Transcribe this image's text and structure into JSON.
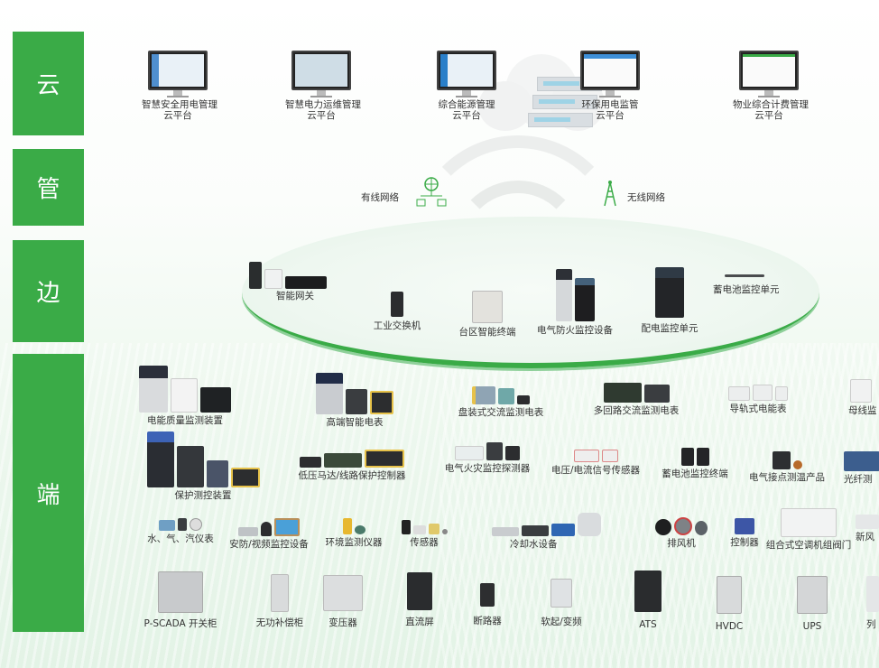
{
  "layers": {
    "cloud": "云",
    "pipe": "管",
    "edge": "边",
    "end": "端"
  },
  "colors": {
    "accent_green": "#3aab47",
    "ring_green": "#3aab47",
    "label_text": "#333333"
  },
  "cloud_platforms": [
    {
      "line1": "智慧安全用电管理",
      "line2": "云平台",
      "icon": "monitor-icon"
    },
    {
      "line1": "智慧电力运维管理",
      "line2": "云平台",
      "icon": "monitor-icon"
    },
    {
      "line1": "综合能源管理",
      "line2": "云平台",
      "icon": "monitor-icon"
    },
    {
      "line1": "环保用电监管",
      "line2": "云平台",
      "icon": "monitor-icon"
    },
    {
      "line1": "物业综合计费管理",
      "line2": "云平台",
      "icon": "monitor-icon"
    }
  ],
  "network": {
    "wired": "有线网络",
    "wireless": "无线网络",
    "wired_icon": "wired-network-icon",
    "wireless_icon": "wireless-tower-icon"
  },
  "edge_devices": [
    "智能网关",
    "工业交换机",
    "台区智能终端",
    "电气防火监控设备",
    "配电监控单元",
    "蓄电池监控单元"
  ],
  "end_devices": {
    "row1": [
      "电能质量监测装置",
      "高端智能电表",
      "盘装式交流监测电表",
      "多回路交流监测电表",
      "导轨式电能表",
      "母线监"
    ],
    "row2": [
      "保护测控装置",
      "低压马达/线路保护控制器",
      "电气火灾监控探测器",
      "电压/电流信号传感器",
      "蓄电池监控终端",
      "电气接点测温产品",
      "光纤测"
    ],
    "row3": [
      "水、气、汽仪表",
      "安防/视频监控设备",
      "环境监测仪器",
      "传感器",
      "冷却水设备",
      "排风机",
      "控制器",
      "组合式空调机组阀门",
      "新风"
    ],
    "row4": [
      "P-SCADA 开关柜",
      "无功补偿柜",
      "变压器",
      "直流屏",
      "断路器",
      "软起/变频",
      "ATS",
      "HVDC",
      "UPS",
      "列"
    ]
  }
}
